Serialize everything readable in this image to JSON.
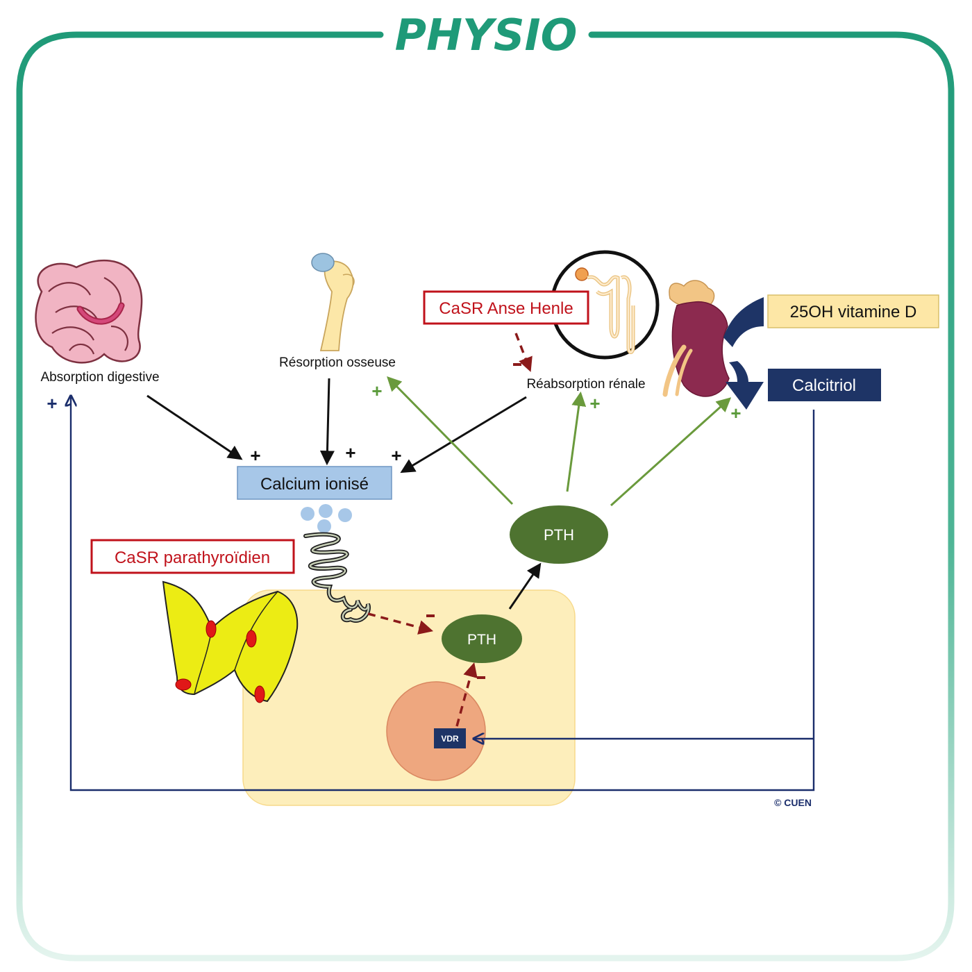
{
  "header": {
    "title": "PHYSIO"
  },
  "colors": {
    "frame": "#1f9a78",
    "green": "#5a7f2e",
    "green_dark": "#4e7330",
    "navy": "#1a2d6b",
    "dark_red": "#8b1a1a",
    "calcium_box": "#a7c7e8",
    "vitd_box": "#fde7a6",
    "calcitriol_box": "#1e3466",
    "cell_bg": "#fdeebb",
    "nucleus": "#eea77f",
    "red_border": "#c0121b"
  },
  "labels": {
    "absorption": "Absorption digestive",
    "resorption": "Résorption osseuse",
    "reabsorption": "Réabsorption rénale",
    "calcium": "Calcium ionisé",
    "casr_henle": "CaSR Anse Henle",
    "casr_parathyroid": "CaSR parathyroïdien",
    "vitd": "25OH vitamine D",
    "calcitriol": "Calcitriol",
    "pth_outer": "PTH",
    "pth_inner": "PTH",
    "vdr": "VDR",
    "copyright": "© CUEN"
  },
  "signs": {
    "plus": "+",
    "minus": "-"
  },
  "icons": [
    "intestine-icon",
    "femur-bone-icon",
    "nephron-icon",
    "kidney-adrenal-icon",
    "parathyroid-gland-icon",
    "casr-receptor-icon"
  ]
}
